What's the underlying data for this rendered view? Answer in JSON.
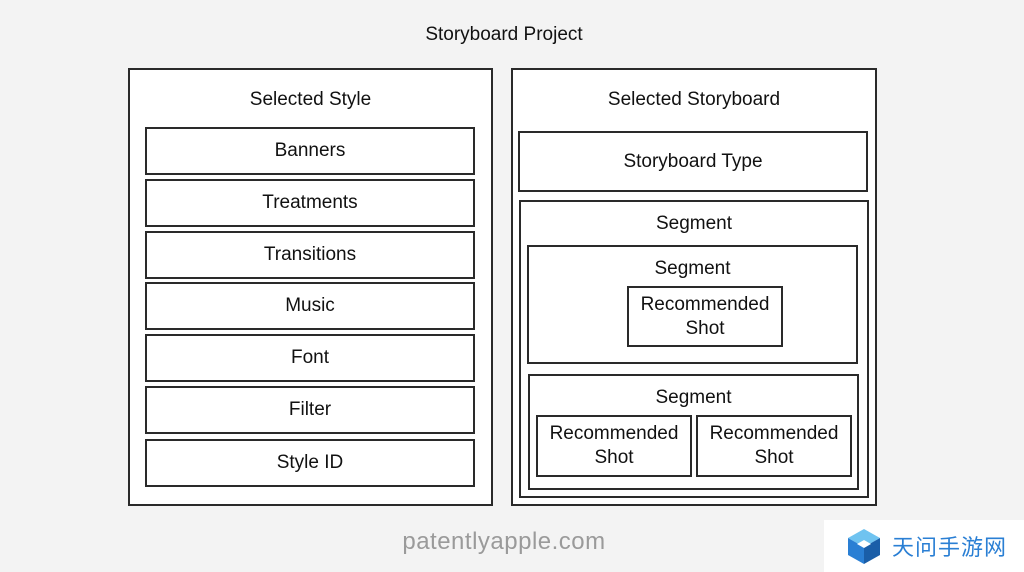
{
  "title": "Storyboard Project",
  "style_panel": {
    "heading": "Selected Style",
    "items": [
      "Banners",
      "Treatments",
      "Transitions",
      "Music",
      "Font",
      "Filter",
      "Style ID"
    ]
  },
  "storyboard_panel": {
    "heading": "Selected Storyboard",
    "storyboard_type": "Storyboard Type",
    "segment_outer": {
      "label": "Segment",
      "segment_a": {
        "label": "Segment",
        "shots": [
          "Recommended Shot"
        ]
      },
      "segment_b": {
        "label": "Segment",
        "shots": [
          "Recommended Shot",
          "Recommended Shot"
        ]
      }
    }
  },
  "watermark": "patentlyapple.com",
  "logo_text": "天问手游网",
  "colors": {
    "background": "#f3f3f3",
    "border": "#2a2a2a",
    "watermark": "#9a9a9a",
    "logo": "#2a7fd4"
  }
}
